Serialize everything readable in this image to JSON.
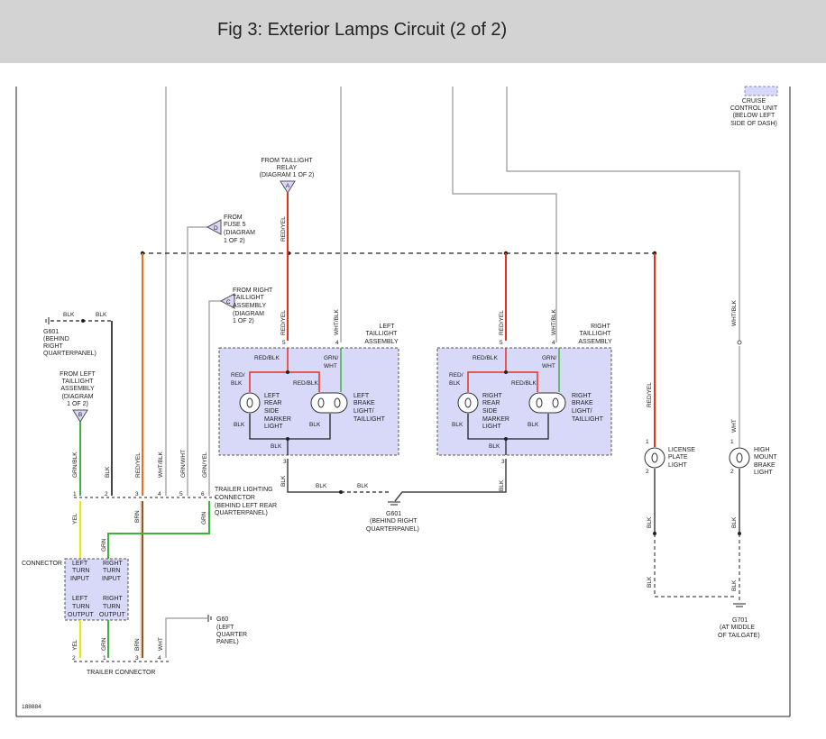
{
  "title": "Fig 3: Exterior Lamps Circuit (2 of 2)",
  "colors": {
    "red": "#e8301c",
    "orange": "#e8701c",
    "green": "#3cb43c",
    "yellow": "#e8e800",
    "gray": "#aaaaaa",
    "black": "#222222",
    "assembly_fill": "#d8d8f8"
  },
  "cruise": [
    "CRUISE",
    "CONTROL UNIT",
    "(BELOW LEFT",
    "SIDE OF DASH)"
  ],
  "from_taillight_relay": {
    "lines": [
      "FROM TAILLIGHT",
      "RELAY",
      "(DIAGRAM 1 OF 2)"
    ],
    "tag": "A"
  },
  "from_fuse5": {
    "lines": [
      "FROM",
      "FUSE 5",
      "(DIAGRAM",
      "1 OF 2)"
    ],
    "tag": "D"
  },
  "from_right_taillight": {
    "lines": [
      "FROM RIGHT",
      "TAILLIGHT",
      "ASSEMBLY",
      "(DIAGRAM",
      "1 OF 2)"
    ],
    "tag": "C"
  },
  "from_left_taillight": {
    "lines": [
      "FROM LEFT",
      "TAILLIGHT",
      "ASSEMBLY",
      "(DIAGRAM",
      "1 OF 2)"
    ],
    "tag": "B"
  },
  "g601_left": [
    "G601",
    "(BEHIND",
    "RIGHT",
    "QUARTERPANEL)"
  ],
  "g601_bottom": [
    "G601",
    "(BEHIND RIGHT",
    "QUARTERPANEL)"
  ],
  "g60": [
    "G60",
    "(LEFT",
    "QUARTER",
    "PANEL)"
  ],
  "g701": [
    "G701",
    "(AT MIDDLE",
    "OF TAILGATE)"
  ],
  "left_taillight_assembly": [
    "LEFT",
    "TAILLIGHT",
    "ASSEMBLY"
  ],
  "right_taillight_assembly": [
    "RIGHT",
    "TAILLIGHT",
    "ASSEMBLY"
  ],
  "left_side_marker": [
    "LEFT",
    "REAR",
    "SIDE",
    "MARKER",
    "LIGHT"
  ],
  "left_brake": [
    "LEFT",
    "BRAKE",
    "LIGHT/",
    "TAILLIGHT"
  ],
  "right_side_marker": [
    "RIGHT",
    "REAR",
    "SIDE",
    "MARKER",
    "LIGHT"
  ],
  "right_brake": [
    "RIGHT",
    "BRAKE",
    "LIGHT/",
    "TAILLIGHT"
  ],
  "license": [
    "LICENSE",
    "PLATE",
    "LIGHT"
  ],
  "high_mount": [
    "HIGH",
    "MOUNT",
    "BRAKE",
    "LIGHT"
  ],
  "trailer_lighting_connector": [
    "TRAILER LIGHTING",
    "CONNECTOR",
    "(BEHIND LEFT REAR",
    "QUARTERPANEL)"
  ],
  "connector_label": "CONNECTOR",
  "trailer_connector": "TRAILER CONNECTOR",
  "connector_box": {
    "lti": [
      "LEFT",
      "TURN",
      "INPUT"
    ],
    "rti": [
      "RIGHT",
      "TURN",
      "INPUT"
    ],
    "lto": [
      "LEFT",
      "TURN",
      "OUTPUT"
    ],
    "rto": [
      "RIGHT",
      "TURN",
      "OUTPUT"
    ]
  },
  "wires": {
    "blk": "BLK",
    "red_yel": "RED/YEL",
    "wht_blk": "WHT/BLK",
    "red_blk": "RED/BLK",
    "grn_wht": "GRN/WHT",
    "grn_wht_split": [
      "GRN/",
      "WHT"
    ],
    "red_blk_split": [
      "RED/",
      "BLK"
    ],
    "grn_blk": "GRN/BLK",
    "grn_yel": "GRN/YEL",
    "yel": "YEL",
    "brn": "BRN",
    "grn": "GRN",
    "wht": "WHT"
  },
  "pins": {
    "p1": "1",
    "p2": "2",
    "p3": "3",
    "p4": "4",
    "p5": "5",
    "p6": "6"
  },
  "footer_id": "188884"
}
